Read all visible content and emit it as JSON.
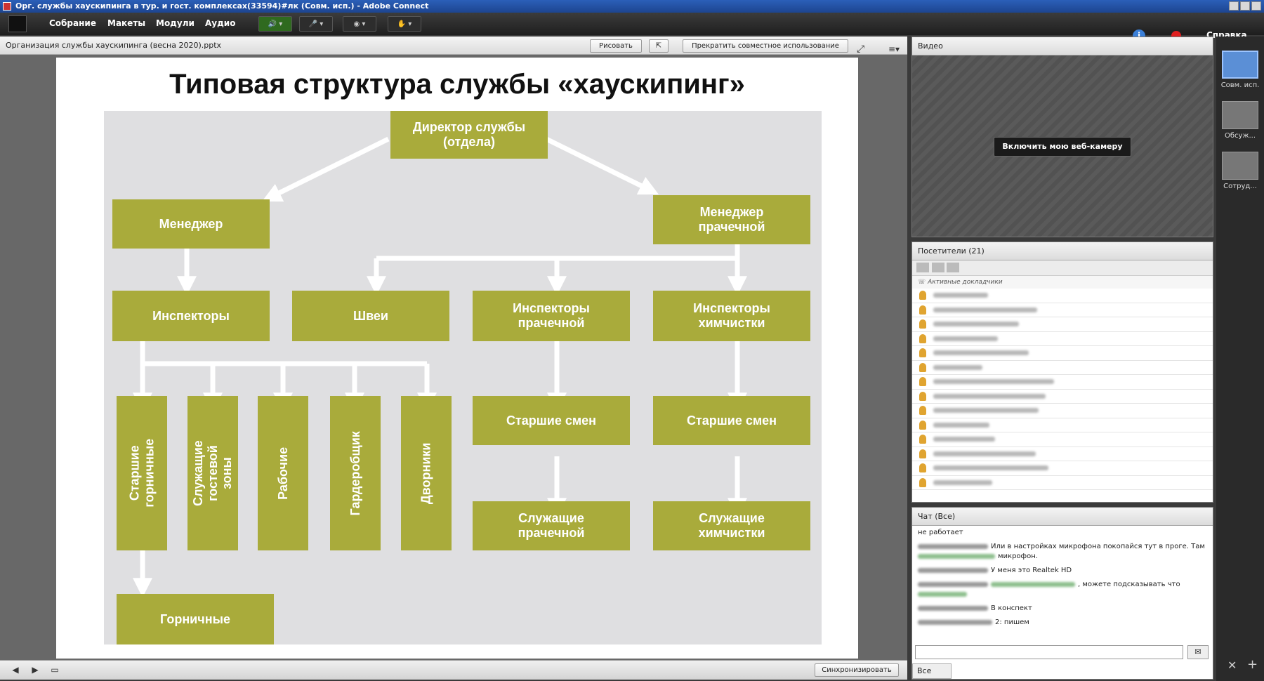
{
  "window": {
    "title": "Орг. службы хаускипинга в тур. и гост. комплексах(33594)#лк (Совм. исп.) - Adobe Connect"
  },
  "menu": {
    "items": [
      "Собрание",
      "Макеты",
      "Модули",
      "Аудио"
    ],
    "help": "Справка"
  },
  "share": {
    "filename": "Организация службы хаускипинга (весна 2020).pptx",
    "draw_btn": "Рисовать",
    "stop_btn": "Прекратить совместное использование",
    "sync_btn": "Синхронизировать"
  },
  "slide": {
    "title": "Типовая структура службы «хаускипинг»",
    "boxes": {
      "director": "Директор службы\n(отдела)",
      "manager": "Менеджер",
      "laundry_manager": "Менеджер\nпрачечной",
      "inspectors": "Инспекторы",
      "seamstresses": "Швеи",
      "laundry_inspectors": "Инспекторы\nпрачечной",
      "drycleaning_inspectors": "Инспекторы\nхимчистки",
      "senior_maids": "Старшие\nгорничные",
      "guest_zone_staff": "Служащие\nгостевой зоны",
      "workers": "Рабочие",
      "cloakroom": "Гардеробщик",
      "janitors": "Дворники",
      "senior_shift_1": "Старшие смен",
      "senior_shift_2": "Старшие смен",
      "laundry_staff": "Служащие\nпрачечной",
      "drycleaning_staff": "Служащие\nхимчистки",
      "maids": "Горничные"
    }
  },
  "video": {
    "title": "Видео",
    "cam_btn": "Включить мою веб-камеру"
  },
  "attendees": {
    "title": "Посетители",
    "count": "(21)",
    "group": "Активные докладчики"
  },
  "chat": {
    "title": "Чат",
    "scope": "(Все)",
    "messages": [
      "не работает",
      "Или в настройках микрофона покопайся тут в проге. Там",
      "микрофон.",
      "У меня это Realtek HD",
      ", можете подсказывать что",
      "В конспект",
      "2: пишем"
    ],
    "to_label": "Все"
  },
  "layouts": {
    "items": [
      "Совм. исп.",
      "Обсуж...",
      "Сотруд..."
    ]
  },
  "colors": {
    "box": "#a9ab3b",
    "chart_bg": "#dfdfe1"
  }
}
